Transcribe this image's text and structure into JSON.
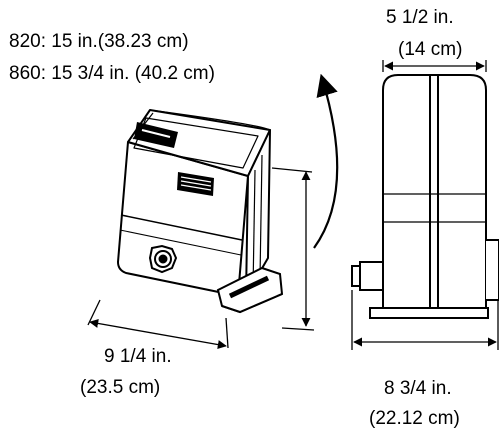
{
  "height_dimension": {
    "line1": "820: 15 in.(38.23 cm)",
    "line2": "860: 15 3/4 in. (40.2 cm)"
  },
  "width_dimension": {
    "line1": "9 1/4 in.",
    "line2": "(23.5 cm)"
  },
  "side_width_dimension": {
    "line1": "5 1/2 in.",
    "line2": "(14 cm)"
  },
  "depth_dimension": {
    "line1": "8 3/4 in.",
    "line2": "(22.12 cm)"
  }
}
